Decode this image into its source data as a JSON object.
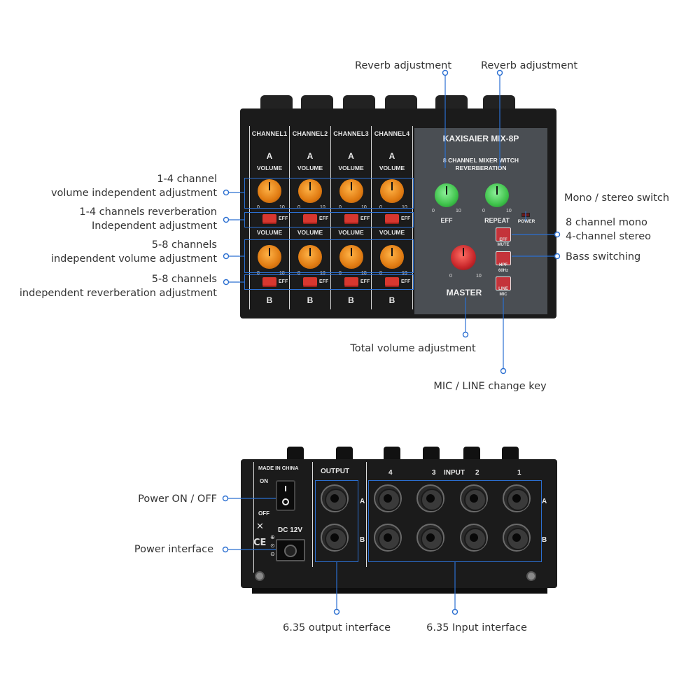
{
  "callouts": {
    "reverb_left": "Reverb adjustment",
    "reverb_right": "Reverb adjustment",
    "ch14_volume": [
      "1-4 channel",
      "volume independent adjustment"
    ],
    "ch14_reverb": [
      "1-4 channels reverberation",
      "Independent adjustment"
    ],
    "ch58_volume": [
      "5-8 channels",
      "independent volume adjustment"
    ],
    "ch58_reverb": [
      "5-8 channels",
      "independent reverberation adjustment"
    ],
    "mono_stereo": "Mono / stereo switch",
    "mono8": [
      "8 channel mono",
      "4-channel stereo"
    ],
    "bass": "Bass switching",
    "total_volume": "Total volume adjustment",
    "mic_line": "MIC / LINE change key",
    "power_onoff": "Power ON / OFF",
    "power_interface": "Power interface",
    "output_interface": "6.35 output interface",
    "input_interface": "6.35 Input interface"
  },
  "front": {
    "channels": [
      "CHANNEL1",
      "CHANNEL2",
      "CHANNEL3",
      "CHANNEL4"
    ],
    "row_a": "A",
    "row_b": "B",
    "volume": "VOLUME",
    "eff": "EFF",
    "scale_min": "0",
    "scale_max": "10",
    "brand": "KAXISAIER MIX-8P",
    "subtitle": [
      "8 CHANNEL MIXER WITCH",
      "REVERBERATION"
    ],
    "knob_eff": "EFF",
    "knob_repeat": "REPEAT",
    "power": "POWER",
    "master": "MASTER",
    "btn_labels": [
      "EFF",
      "MUTE",
      "HPF",
      "60Hz",
      "LINE",
      "MIC"
    ]
  },
  "rear": {
    "made_in": "MADE IN CHINA",
    "on": "ON",
    "off": "OFF",
    "dc": "DC 12V",
    "output": "OUTPUT",
    "input_labels": [
      "4",
      "3",
      "INPUT",
      "2",
      "1"
    ],
    "side_a": "A",
    "side_b": "B"
  },
  "colors": {
    "accent": "#2b6fd1",
    "panel_body": "#1b1b1b",
    "panel_right": "#4a4e53",
    "knob_orange": "#f08a1e",
    "knob_green": "#3ec24a",
    "knob_red": "#c8262a"
  }
}
